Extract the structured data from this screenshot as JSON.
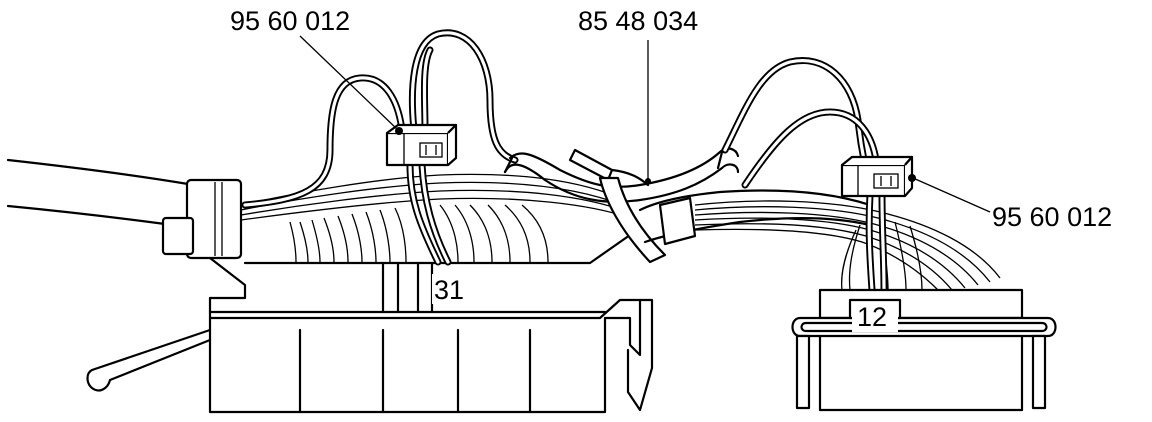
{
  "callouts": {
    "connector_left": "95 60 012",
    "cable_tie": "85 48 034",
    "connector_right": "95 60 012",
    "ground_wire": "31",
    "plug_right": "12"
  },
  "colors": {
    "line": "#000000",
    "background": "#ffffff"
  }
}
